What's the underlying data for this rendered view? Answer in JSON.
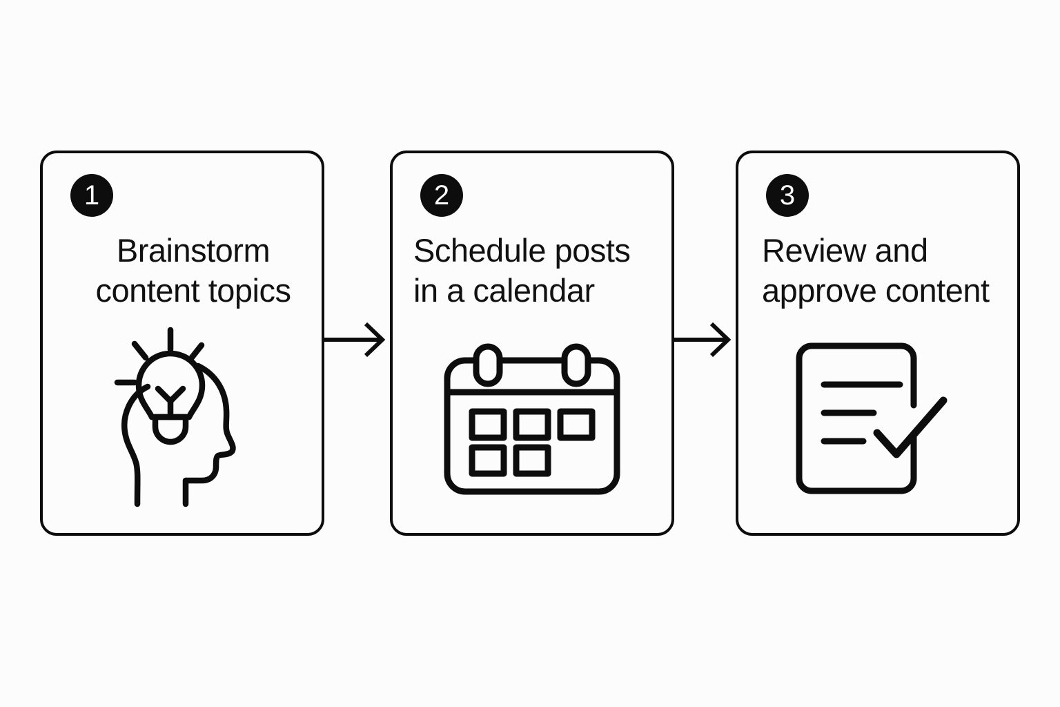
{
  "diagram": {
    "type": "process-flow",
    "orientation": "horizontal",
    "background_color": "#fcfcfc",
    "stroke_color": "#0d0d0d",
    "badge_text_color": "#ffffff",
    "step_count": 3,
    "steps": [
      {
        "number": "1",
        "title": "Brainstorm\ncontent topics",
        "title_line_1": "Brainstorm",
        "title_line_2": "content topics",
        "icon": "head-lightbulb-icon"
      },
      {
        "number": "2",
        "title": "Schedule posts\nin a calendar",
        "title_line_1": "Schedule posts",
        "title_line_2": "in a calendar",
        "icon": "calendar-icon"
      },
      {
        "number": "3",
        "title": "Review and\napprove content",
        "title_line_1": "Review and",
        "title_line_2": "approve content",
        "icon": "document-check-icon"
      }
    ],
    "connectors": [
      {
        "name": "arrow-right-icon",
        "from": "1",
        "to": "2"
      },
      {
        "name": "arrow-right-icon",
        "from": "2",
        "to": "3"
      }
    ]
  }
}
